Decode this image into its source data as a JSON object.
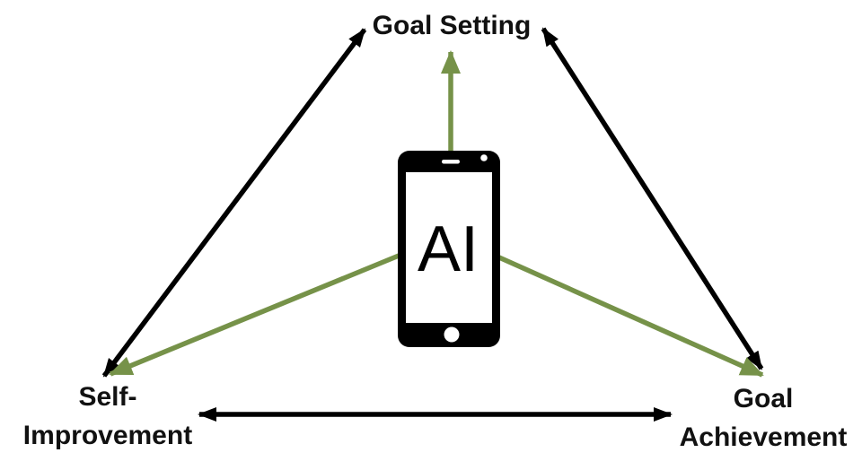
{
  "colors": {
    "ai_edge": "#769249",
    "relation_edge": "#000000",
    "label_text": "#111111",
    "device_body": "#000000",
    "device_screen": "#ffffff",
    "background": "#ffffff"
  },
  "center": {
    "icon": "smartphone-icon",
    "screen_text": "AI"
  },
  "nodes": {
    "goal_setting": {
      "label": "Goal Setting"
    },
    "self_improvement": {
      "line1": "Self-",
      "line2": "Improvement"
    },
    "goal_achievement": {
      "line1": "Goal",
      "line2": "Achievement"
    }
  },
  "edges": [
    {
      "from": "AI",
      "to": "Goal Setting",
      "color": "green",
      "direction": "one-way"
    },
    {
      "from": "AI",
      "to": "Self-Improvement",
      "color": "green",
      "direction": "one-way"
    },
    {
      "from": "AI",
      "to": "Goal Achievement",
      "color": "green",
      "direction": "one-way"
    },
    {
      "from": "Goal Setting",
      "to": "Self-Improvement",
      "color": "black",
      "direction": "two-way"
    },
    {
      "from": "Goal Setting",
      "to": "Goal Achievement",
      "color": "black",
      "direction": "two-way"
    },
    {
      "from": "Self-Improvement",
      "to": "Goal Achievement",
      "color": "black",
      "direction": "two-way"
    }
  ]
}
